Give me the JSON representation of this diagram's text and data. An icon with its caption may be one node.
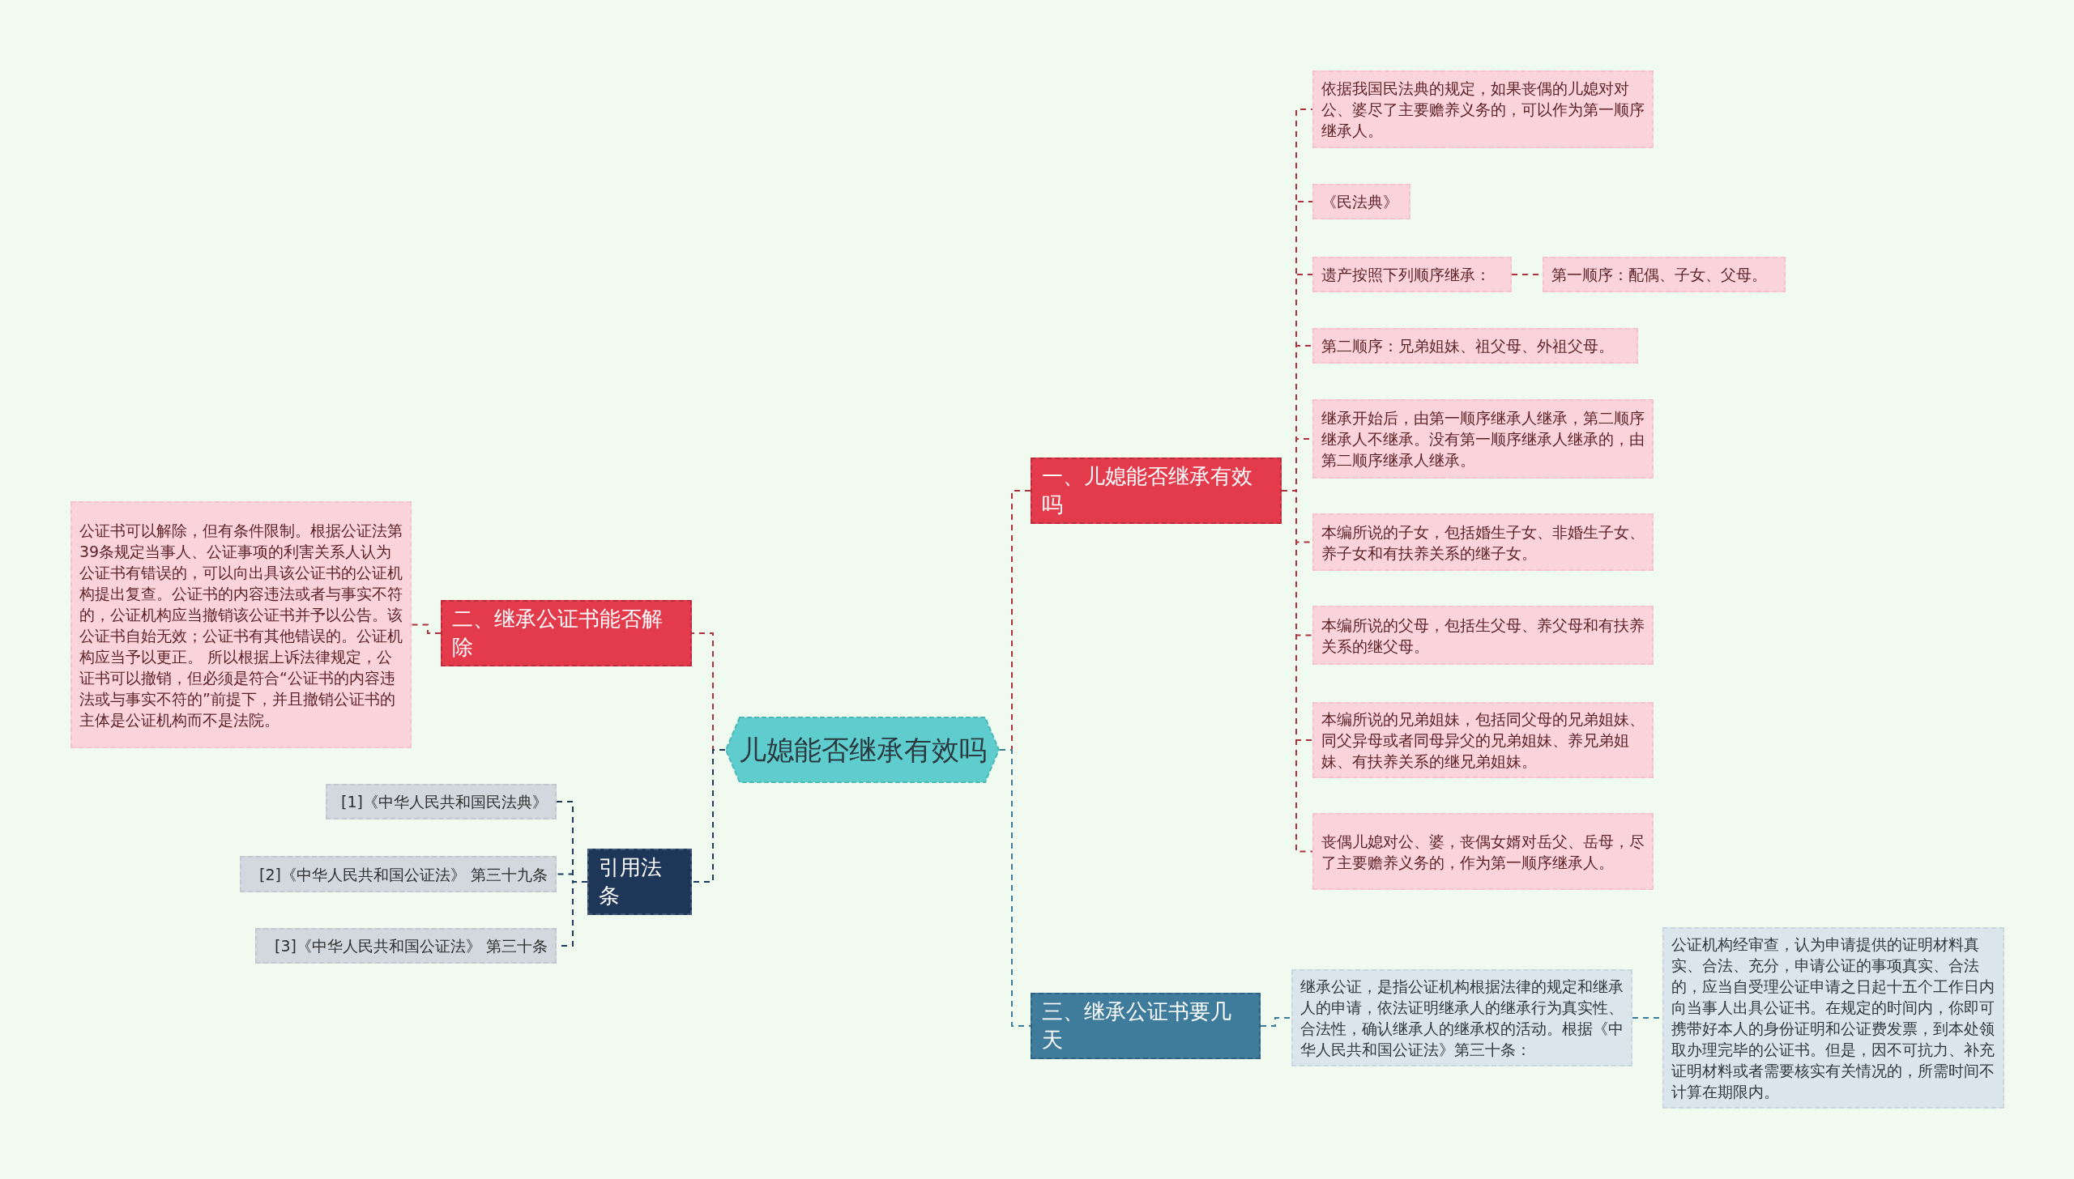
{
  "diagram": {
    "nodes": [
      {
        "text": [
          "儿媳能否继承有效吗"
        ]
      },
      {
        "text": [
          "一、儿媳能否继承有效吗"
        ]
      },
      {
        "text": [
          "依据我国民法典的规定，如果丧偶的儿媳对对公、婆尽了主要赡养义务的，可以作为第一顺序继承人。"
        ]
      },
      {
        "text": [
          "《民法典》"
        ]
      },
      {
        "text": [
          "遗产按照下列顺序继承："
        ]
      },
      {
        "text": [
          "第一顺序：配偶、子女、父母。"
        ]
      },
      {
        "text": [
          "第二顺序：兄弟姐妹、祖父母、外祖父母。"
        ]
      },
      {
        "text": [
          "继承开始后，由第一顺序继承人继承，第二顺序继承人不继承。没有第一顺序继承人继承的，由第二顺序继承人继承。"
        ]
      },
      {
        "text": [
          "本编所说的子女，包括婚生子女、非婚生子女、养子女和有扶养关系的继子女。"
        ]
      },
      {
        "text": [
          "本编所说的父母，包括生父母、养父母和有扶养关系的继父母。"
        ]
      },
      {
        "text": [
          "本编所说的兄弟姐妹，包括同父母的兄弟姐妹、同父异母或者同母异父的兄弟姐妹、养兄弟姐妹、有扶养关系的继兄弟姐妹。"
        ]
      },
      {
        "text": [
          "丧偶儿媳对公、婆，丧偶女婿对岳父、岳母，尽了主要赡养义务的，作为第一顺序继承人。"
        ]
      },
      {
        "text": [
          "二、继承公证书能否解除"
        ]
      },
      {
        "text": [
          "公证书可以解除，但有条件限制。根据公证法第39条规定当事人、公证事项的利害关系人认为公证书有错误的，可以向出具该公证书的公证机构提出复查。公证书的内容违法或者与事实不符的，公证机构应当撤销该公证书并予以公告。该公证书自始无效；公证书有其他错误的。公证机构应当予以更正。 所以根据上诉法律规定，公证书可以撤销，但必须是符合“公证书的内容违法或与事实不符的”前提下，并且撤销公证书的主体是公证机构而不是法院。"
        ]
      },
      {
        "text": [
          "引用法条"
        ]
      },
      {
        "text": [
          "[1]《中华人民共和国民法典》"
        ]
      },
      {
        "text": [
          "[2]《中华人民共和国公证法》 第三十九条"
        ]
      },
      {
        "text": [
          "[3]《中华人民共和国公证法》 第三十条"
        ]
      },
      {
        "text": [
          "三、继承公证书要几天"
        ]
      },
      {
        "text": [
          "继承公证，是指公证机构根据法律的规定和继承人的申请，依法证明继承人的继承行为真实性、合法性，确认继承人的继承权的活动。根据《中华人民共和国公证法》第三十条："
        ]
      },
      {
        "text": [
          "公证机构经审查，认为申请提供的证明材料真实、合法、充分，申请公证的事项真实、合法的，应当自受理公证申请之日起十五个工作日内向当事人出具公证书。在规定的时间内，你即可携带好本人的身份证明和公证费发票，到本处领取办理完毕的公证书。但是，因不可抗力、补充证明材料或者需要核实有关情况的，所需时间不计算在期限内。"
        ]
      }
    ],
    "edges": [
      {
        "from": 0,
        "to": 1,
        "arrow": "none"
      },
      {
        "from": 1,
        "to": 2,
        "arrow": "none"
      },
      {
        "from": 1,
        "to": 3,
        "arrow": "none"
      },
      {
        "from": 1,
        "to": 4,
        "arrow": "none"
      },
      {
        "from": 4,
        "to": 5,
        "arrow": "none"
      },
      {
        "from": 1,
        "to": 6,
        "arrow": "none"
      },
      {
        "from": 1,
        "to": 7,
        "arrow": "none"
      },
      {
        "from": 1,
        "to": 8,
        "arrow": "none"
      },
      {
        "from": 1,
        "to": 9,
        "arrow": "none"
      },
      {
        "from": 1,
        "to": 10,
        "arrow": "none"
      },
      {
        "from": 1,
        "to": 11,
        "arrow": "none"
      },
      {
        "from": 0,
        "to": 12,
        "arrow": "none"
      },
      {
        "from": 12,
        "to": 13,
        "arrow": "none"
      },
      {
        "from": 0,
        "to": 14,
        "arrow": "none",
        "color": "#1f3a5c"
      },
      {
        "from": 14,
        "to": 15,
        "arrow": "none",
        "color": "#1f3a5c"
      },
      {
        "from": 14,
        "to": 16,
        "arrow": "none",
        "color": "#1f3a5c"
      },
      {
        "from": 14,
        "to": 17,
        "arrow": "none",
        "color": "#1f3a5c"
      },
      {
        "from": 0,
        "to": 18,
        "arrow": "none",
        "color": "#3d7a9a"
      },
      {
        "from": 18,
        "to": 19,
        "arrow": "none",
        "color": "#3d7a9a"
      },
      {
        "from": 19,
        "to": 20,
        "arrow": "none",
        "color": "#3d7a9a"
      }
    ]
  }
}
